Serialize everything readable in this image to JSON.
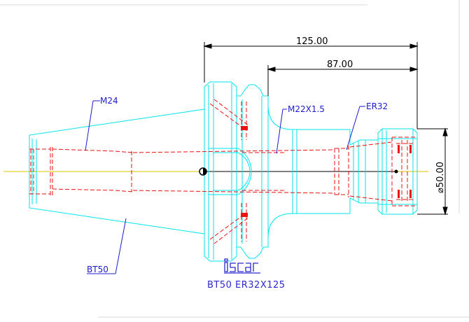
{
  "dimensions": {
    "overall_length": "125.00",
    "gauge_length": "87.00",
    "diameter": "⌀50.00"
  },
  "callouts": {
    "drawbar_thread": "M24",
    "nut_thread": "M22X1.5",
    "collet": "ER32",
    "taper": "BT50"
  },
  "logo_text": "iscar",
  "part_designation": "BT50  ER32X125",
  "colors": {
    "outline": "#00e5ee",
    "hidden": "#ee1111",
    "centerline": "#d8c400",
    "dimension": "#000000",
    "label": "#1c1ccf"
  }
}
